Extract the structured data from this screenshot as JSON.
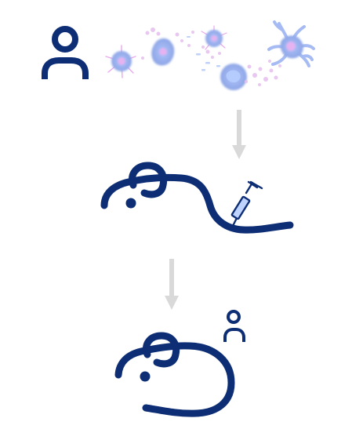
{
  "colors": {
    "background": "#ffffff",
    "primary": "#0d2d74",
    "arrow": "#d9d9d9",
    "cell_glow": "#9db4f2",
    "cell_core": "#e6b2f0",
    "cell_spike": "#e9a8ec"
  },
  "steps": [
    {
      "id": "human-immune-cells",
      "icons": [
        "human-icon",
        "immune-cell-icon",
        "cytokine-particles-icon",
        "dendritic-cell-icon"
      ]
    },
    {
      "id": "cell-injection",
      "icons": [
        "mouse-icon",
        "syringe-icon"
      ]
    },
    {
      "id": "humanized-mouse",
      "icons": [
        "mouse-icon",
        "human-icon"
      ]
    }
  ],
  "connectors": [
    "down-arrow",
    "down-arrow"
  ]
}
